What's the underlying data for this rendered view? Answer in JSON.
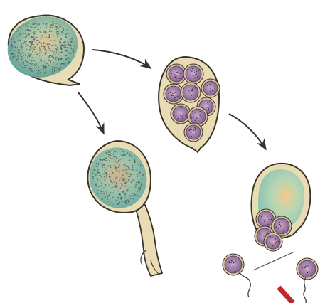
{
  "colors": {
    "background": "#ffffff",
    "wall": "#e9dcb4",
    "wall_outline": "#3a3328",
    "cytoplasm_teal": "#7fb8ad",
    "cytoplasm_tan": "#d9b98e",
    "spore_purple": "#9a7ba8",
    "spore_halo": "#d8c39a",
    "flagella": "#333333",
    "arrow": "#333333",
    "red_mark": "#c0282d"
  },
  "stages": [
    {
      "id": "sporangium"
    },
    {
      "id": "germinating-sporangium"
    },
    {
      "id": "sporangium-with-zoospores"
    },
    {
      "id": "releasing-sporangium"
    },
    {
      "id": "free-zoospores"
    }
  ],
  "zoospore_counts": {
    "inside_sporangium": 9,
    "emerging": 4,
    "free_swimming": 2
  },
  "arrows": [
    {
      "from": "sporangium",
      "to": "sporangium-with-zoospores"
    },
    {
      "from": "sporangium",
      "to": "germinating-sporangium"
    },
    {
      "from": "sporangium-with-zoospores",
      "to": "releasing-sporangium"
    }
  ]
}
